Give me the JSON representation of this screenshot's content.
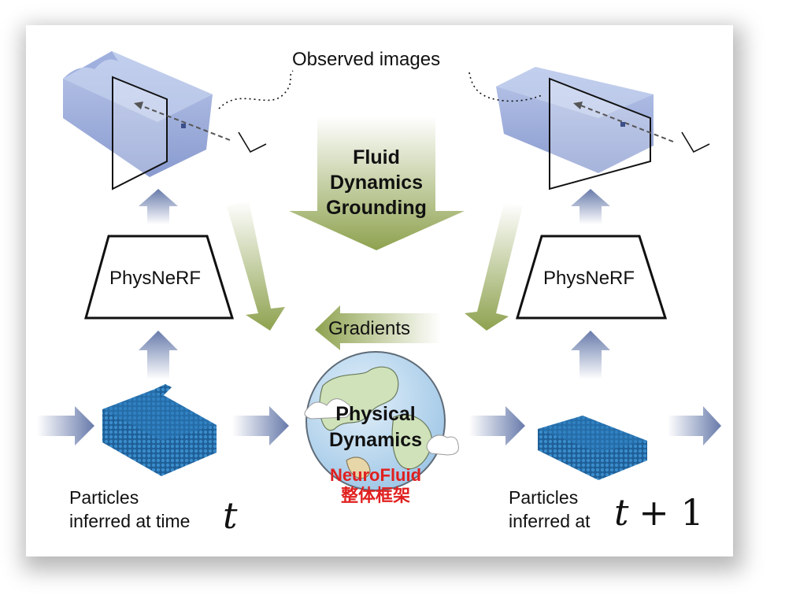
{
  "observed_label": "Observed images",
  "grounding_label": [
    "Fluid",
    "Dynamics",
    "Grounding"
  ],
  "physnerf_label": "PhysNeRF",
  "gradients_label": "Gradients",
  "physical_dynamics_label": [
    "Physical",
    "Dynamics"
  ],
  "brand": {
    "name": "NeuroFluid",
    "subtitle": "整体框架",
    "color": "#e0201f"
  },
  "left_caption": {
    "line1": "Particles",
    "line2": "inferred at time",
    "math": "t"
  },
  "right_caption": {
    "line1": "Particles",
    "line2": "inferred at",
    "math_var": "t",
    "math_rest": "+ 1"
  },
  "colors": {
    "arrow_blue": "#5f73a6",
    "arrow_green": "#8ea24f",
    "fluid_blue": "#7c92cf",
    "particle_blue": "#2c7ab3"
  }
}
